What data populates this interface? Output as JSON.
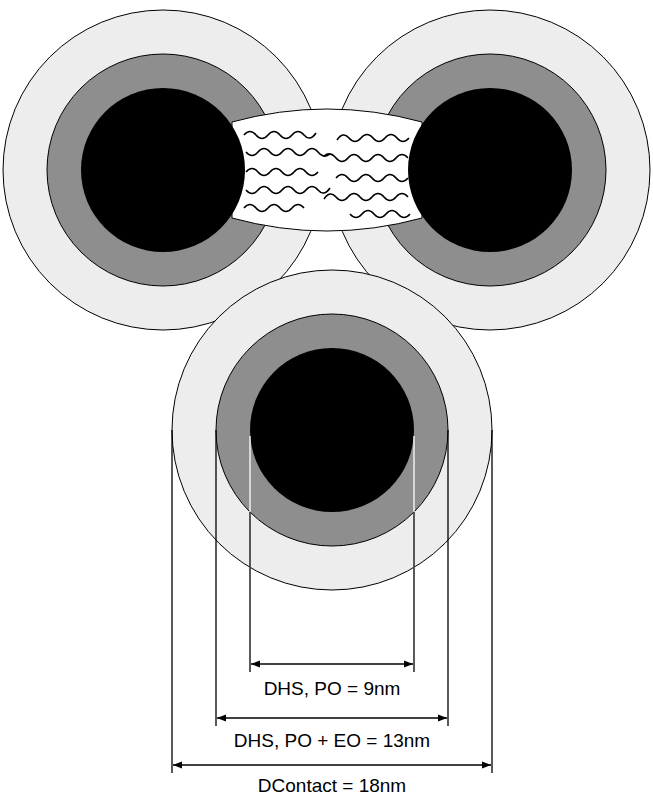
{
  "diagram": {
    "labels": [
      "DHS, PO = 9nm",
      "DHS, PO + EO = 13nm",
      "DContact = 18nm"
    ]
  }
}
